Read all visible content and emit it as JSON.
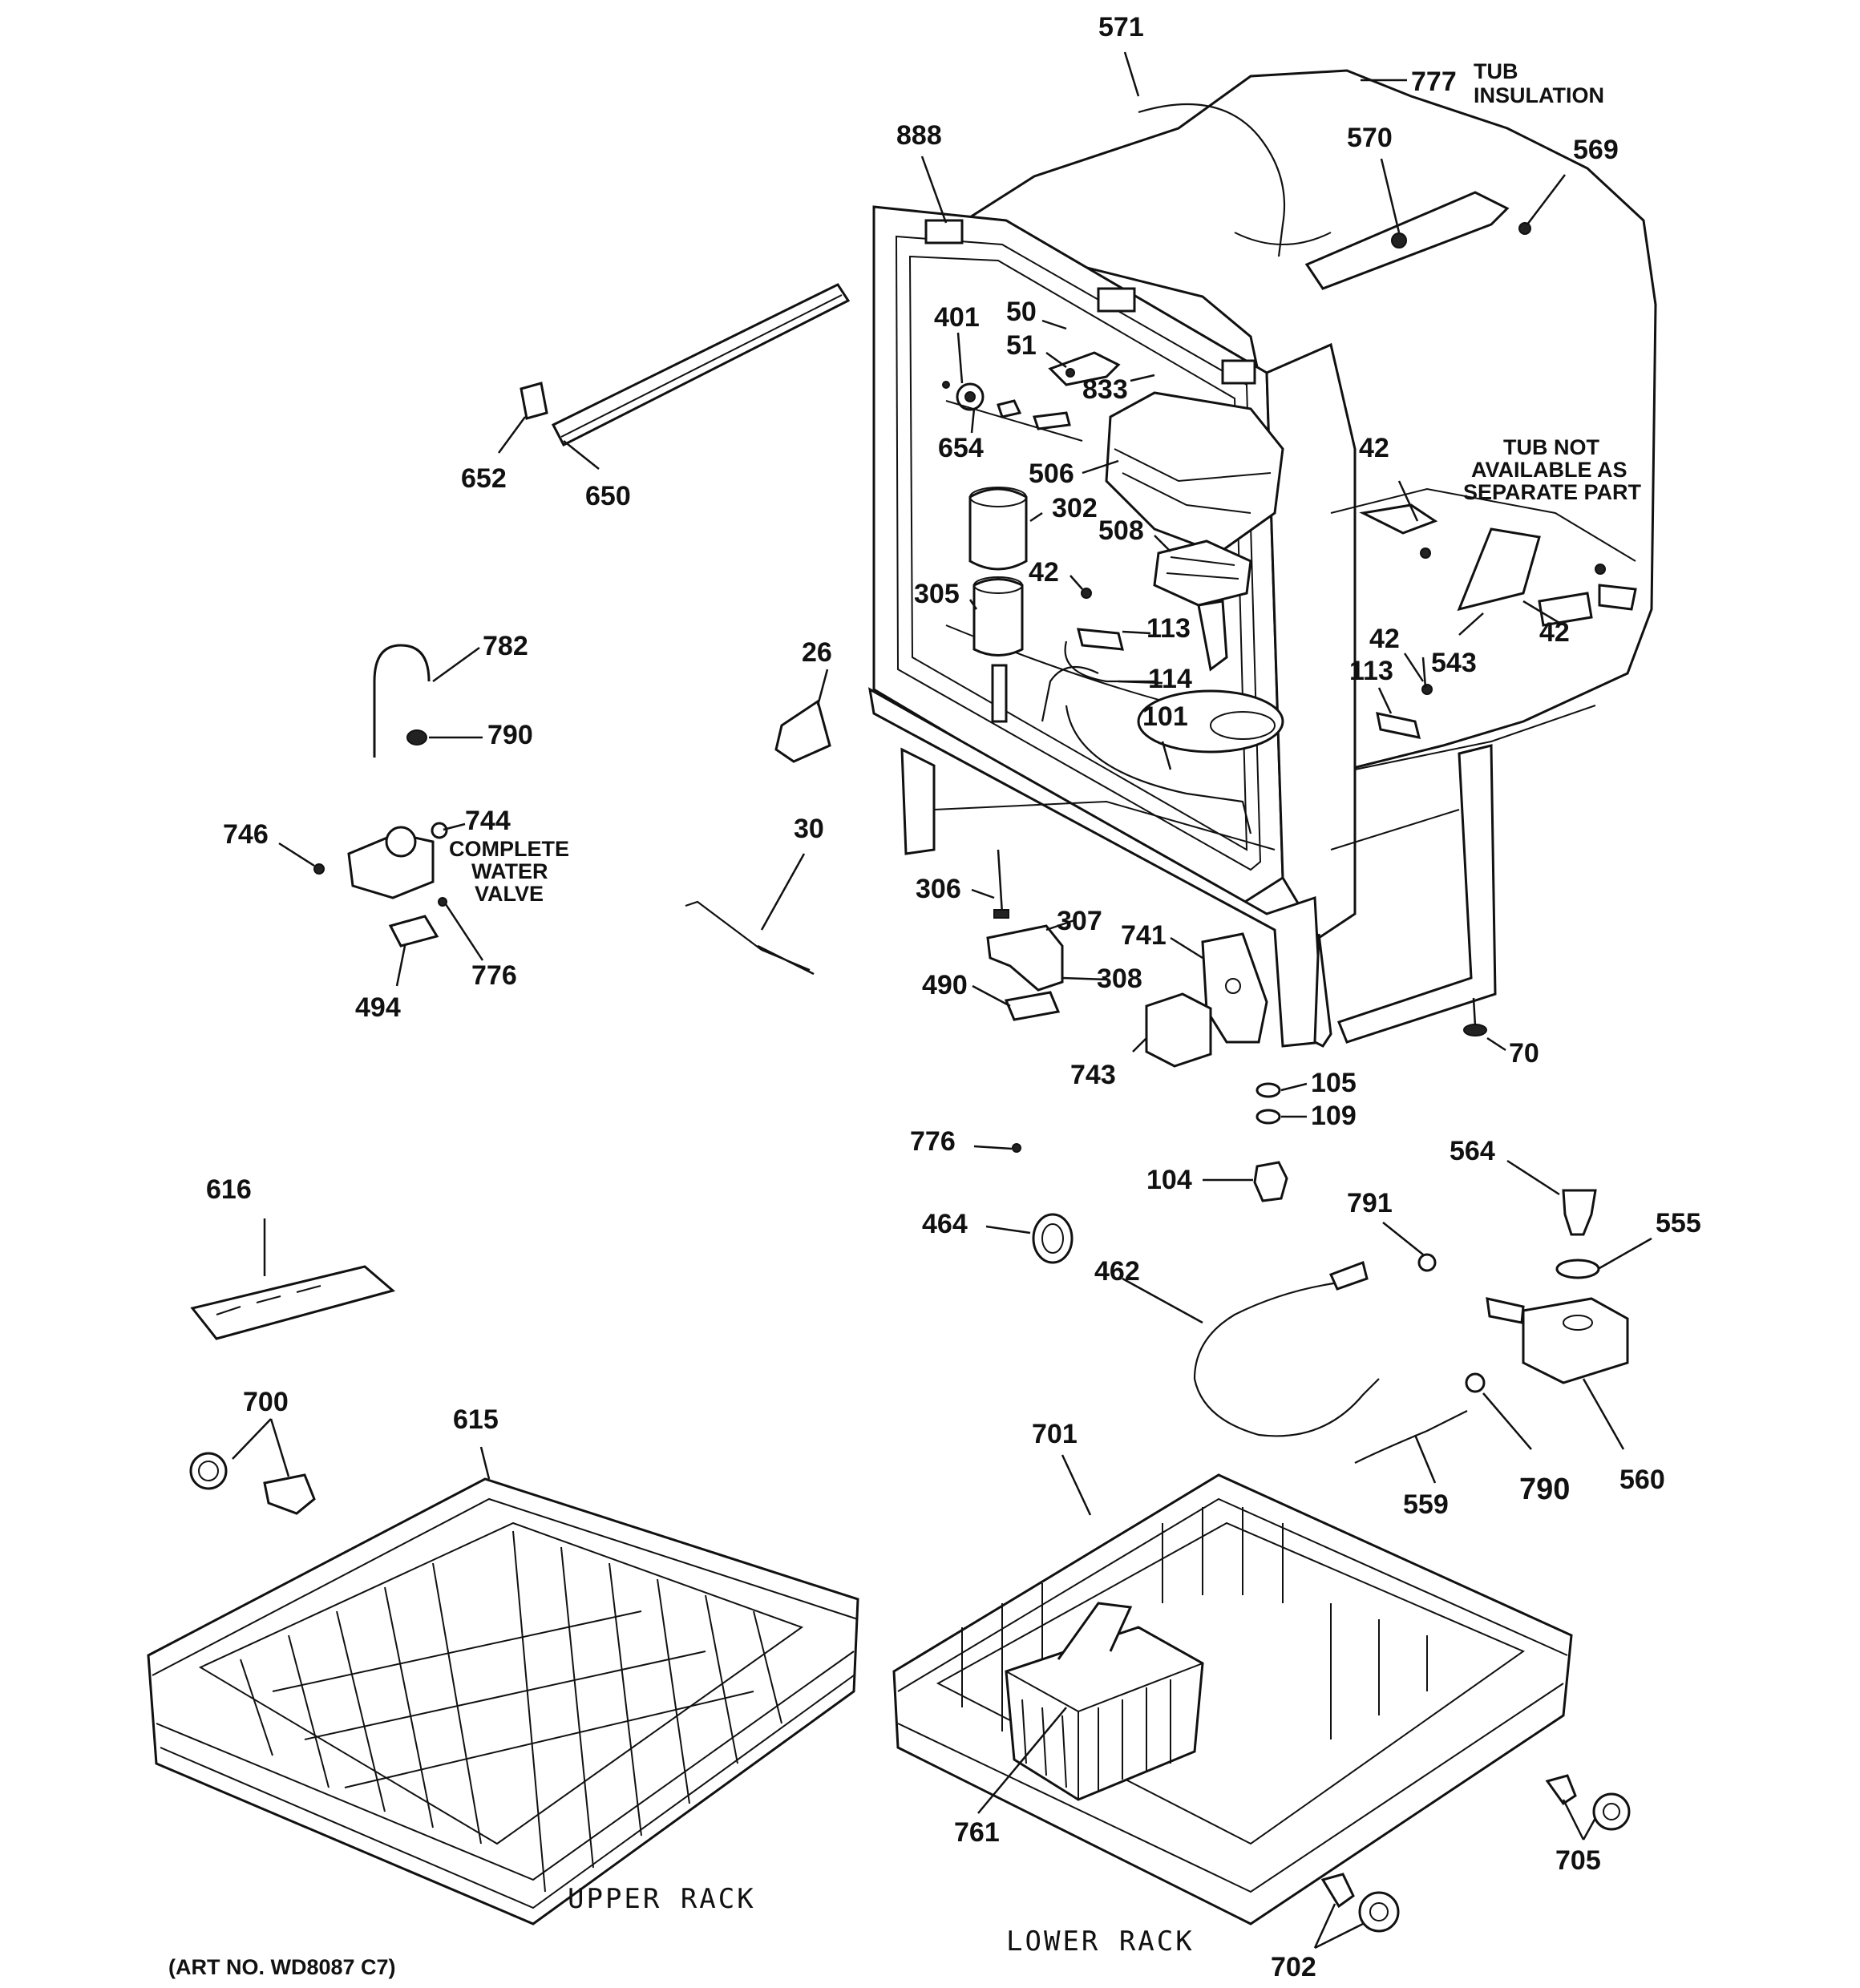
{
  "parts": {
    "p571": "571",
    "p777": "777",
    "p570": "570",
    "p569": "569",
    "p888": "888",
    "p401": "401",
    "p50": "50",
    "p51": "51",
    "p833": "833",
    "p654": "654",
    "p652": "652",
    "p650": "650",
    "p506": "506",
    "p302": "302",
    "p508": "508",
    "p42a": "42",
    "p42b": "42",
    "p42c": "42",
    "p42d": "42",
    "p305": "305",
    "p113a": "113",
    "p113b": "113",
    "p543": "543",
    "p114": "114",
    "p101": "101",
    "p782": "782",
    "p790a": "790",
    "p26": "26",
    "p746": "746",
    "p744": "744",
    "p30": "30",
    "p494": "494",
    "p776a": "776",
    "p306": "306",
    "p307": "307",
    "p741": "741",
    "p308": "308",
    "p490": "490",
    "p743": "743",
    "p70": "70",
    "p105": "105",
    "p109": "109",
    "p776b": "776",
    "p104": "104",
    "p564": "564",
    "p616": "616",
    "p464": "464",
    "p791": "791",
    "p555": "555",
    "p462": "462",
    "p700": "700",
    "p615": "615",
    "p701": "701",
    "p559": "559",
    "p790b": "790",
    "p560": "560",
    "p761": "761",
    "p705": "705",
    "p702": "702"
  },
  "notes": {
    "tub_insulation_1": "TUB",
    "tub_insulation_2": "INSULATION",
    "tub_not_1": "TUB NOT",
    "tub_not_2": "AVAILABLE AS",
    "tub_not_3": "SEPARATE PART",
    "valve_1": "COMPLETE",
    "valve_2": "WATER",
    "valve_3": "VALVE"
  },
  "captions": {
    "upper_rack": "UPPER RACK",
    "lower_rack": "LOWER RACK",
    "art_no": "(ART NO. WD8087 C7)"
  }
}
